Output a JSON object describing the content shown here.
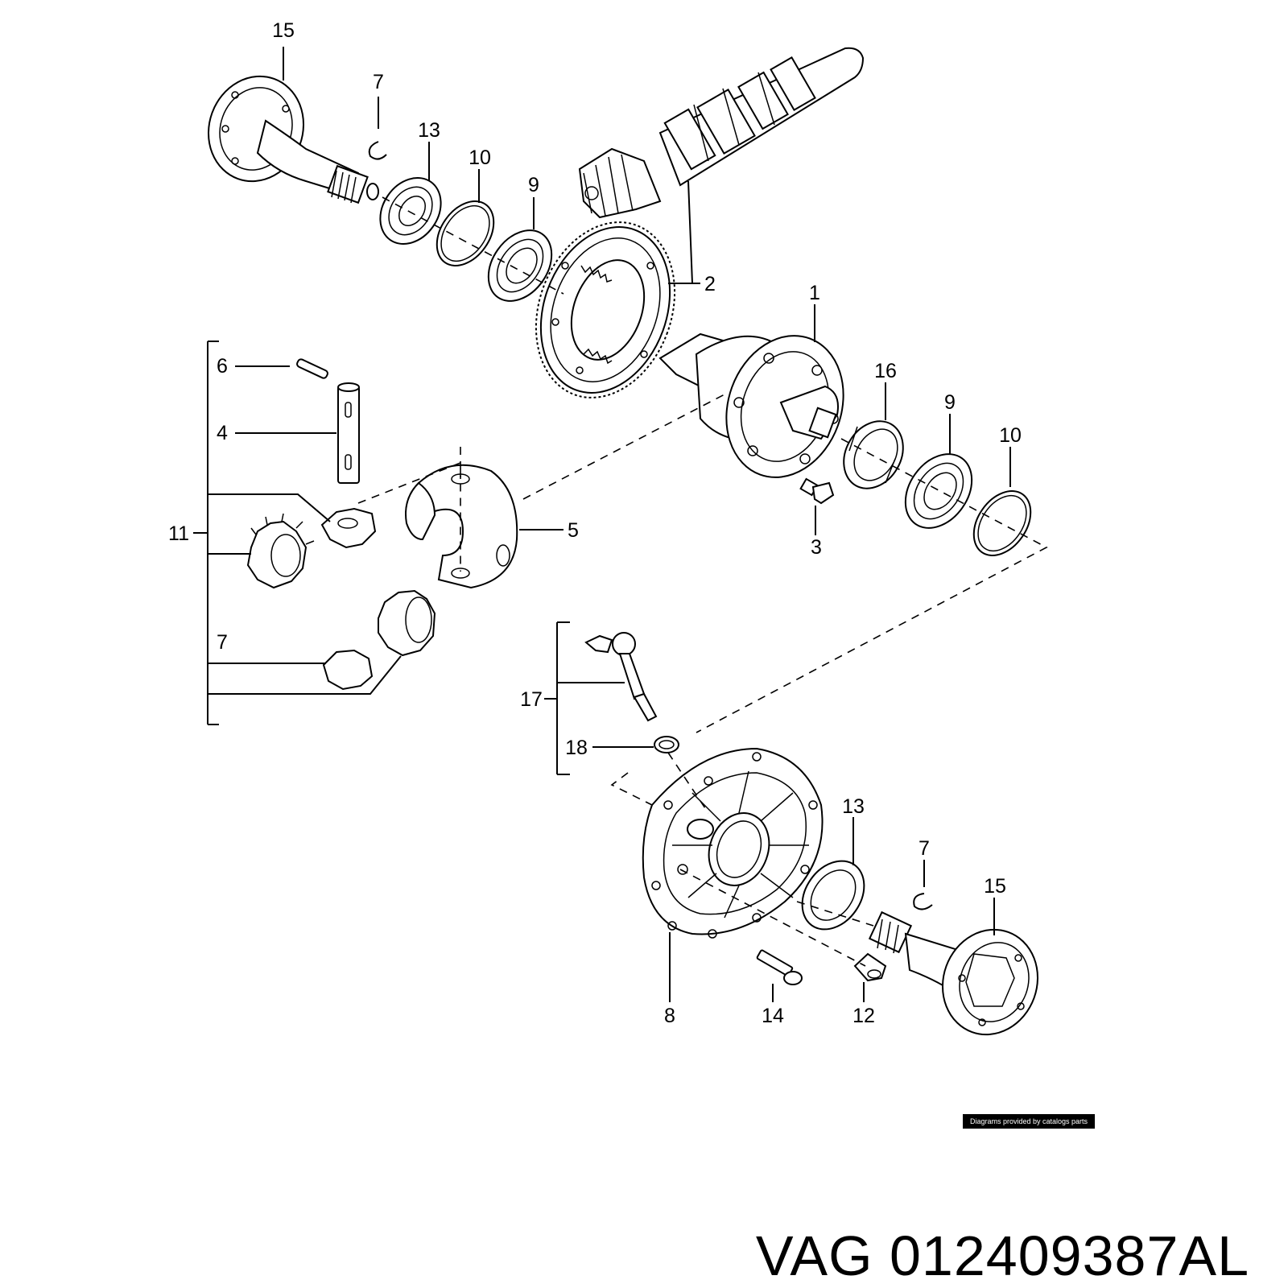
{
  "diagram": {
    "callouts": {
      "c15a": "15",
      "c7a": "7",
      "c13a": "13",
      "c10a": "10",
      "c9a": "9",
      "c2": "2",
      "c1": "1",
      "c16": "16",
      "c9b": "9",
      "c10b": "10",
      "c6": "6",
      "c4": "4",
      "c11": "11",
      "c5": "5",
      "c3": "3",
      "c7b": "7",
      "c17": "17",
      "c18": "18",
      "c13b": "13",
      "c7c": "7",
      "c15b": "15",
      "c8": "8",
      "c14": "14",
      "c12": "12"
    }
  },
  "credit": "Diagrams provided by catalogs parts",
  "part_title": "VAG 012409387AL"
}
